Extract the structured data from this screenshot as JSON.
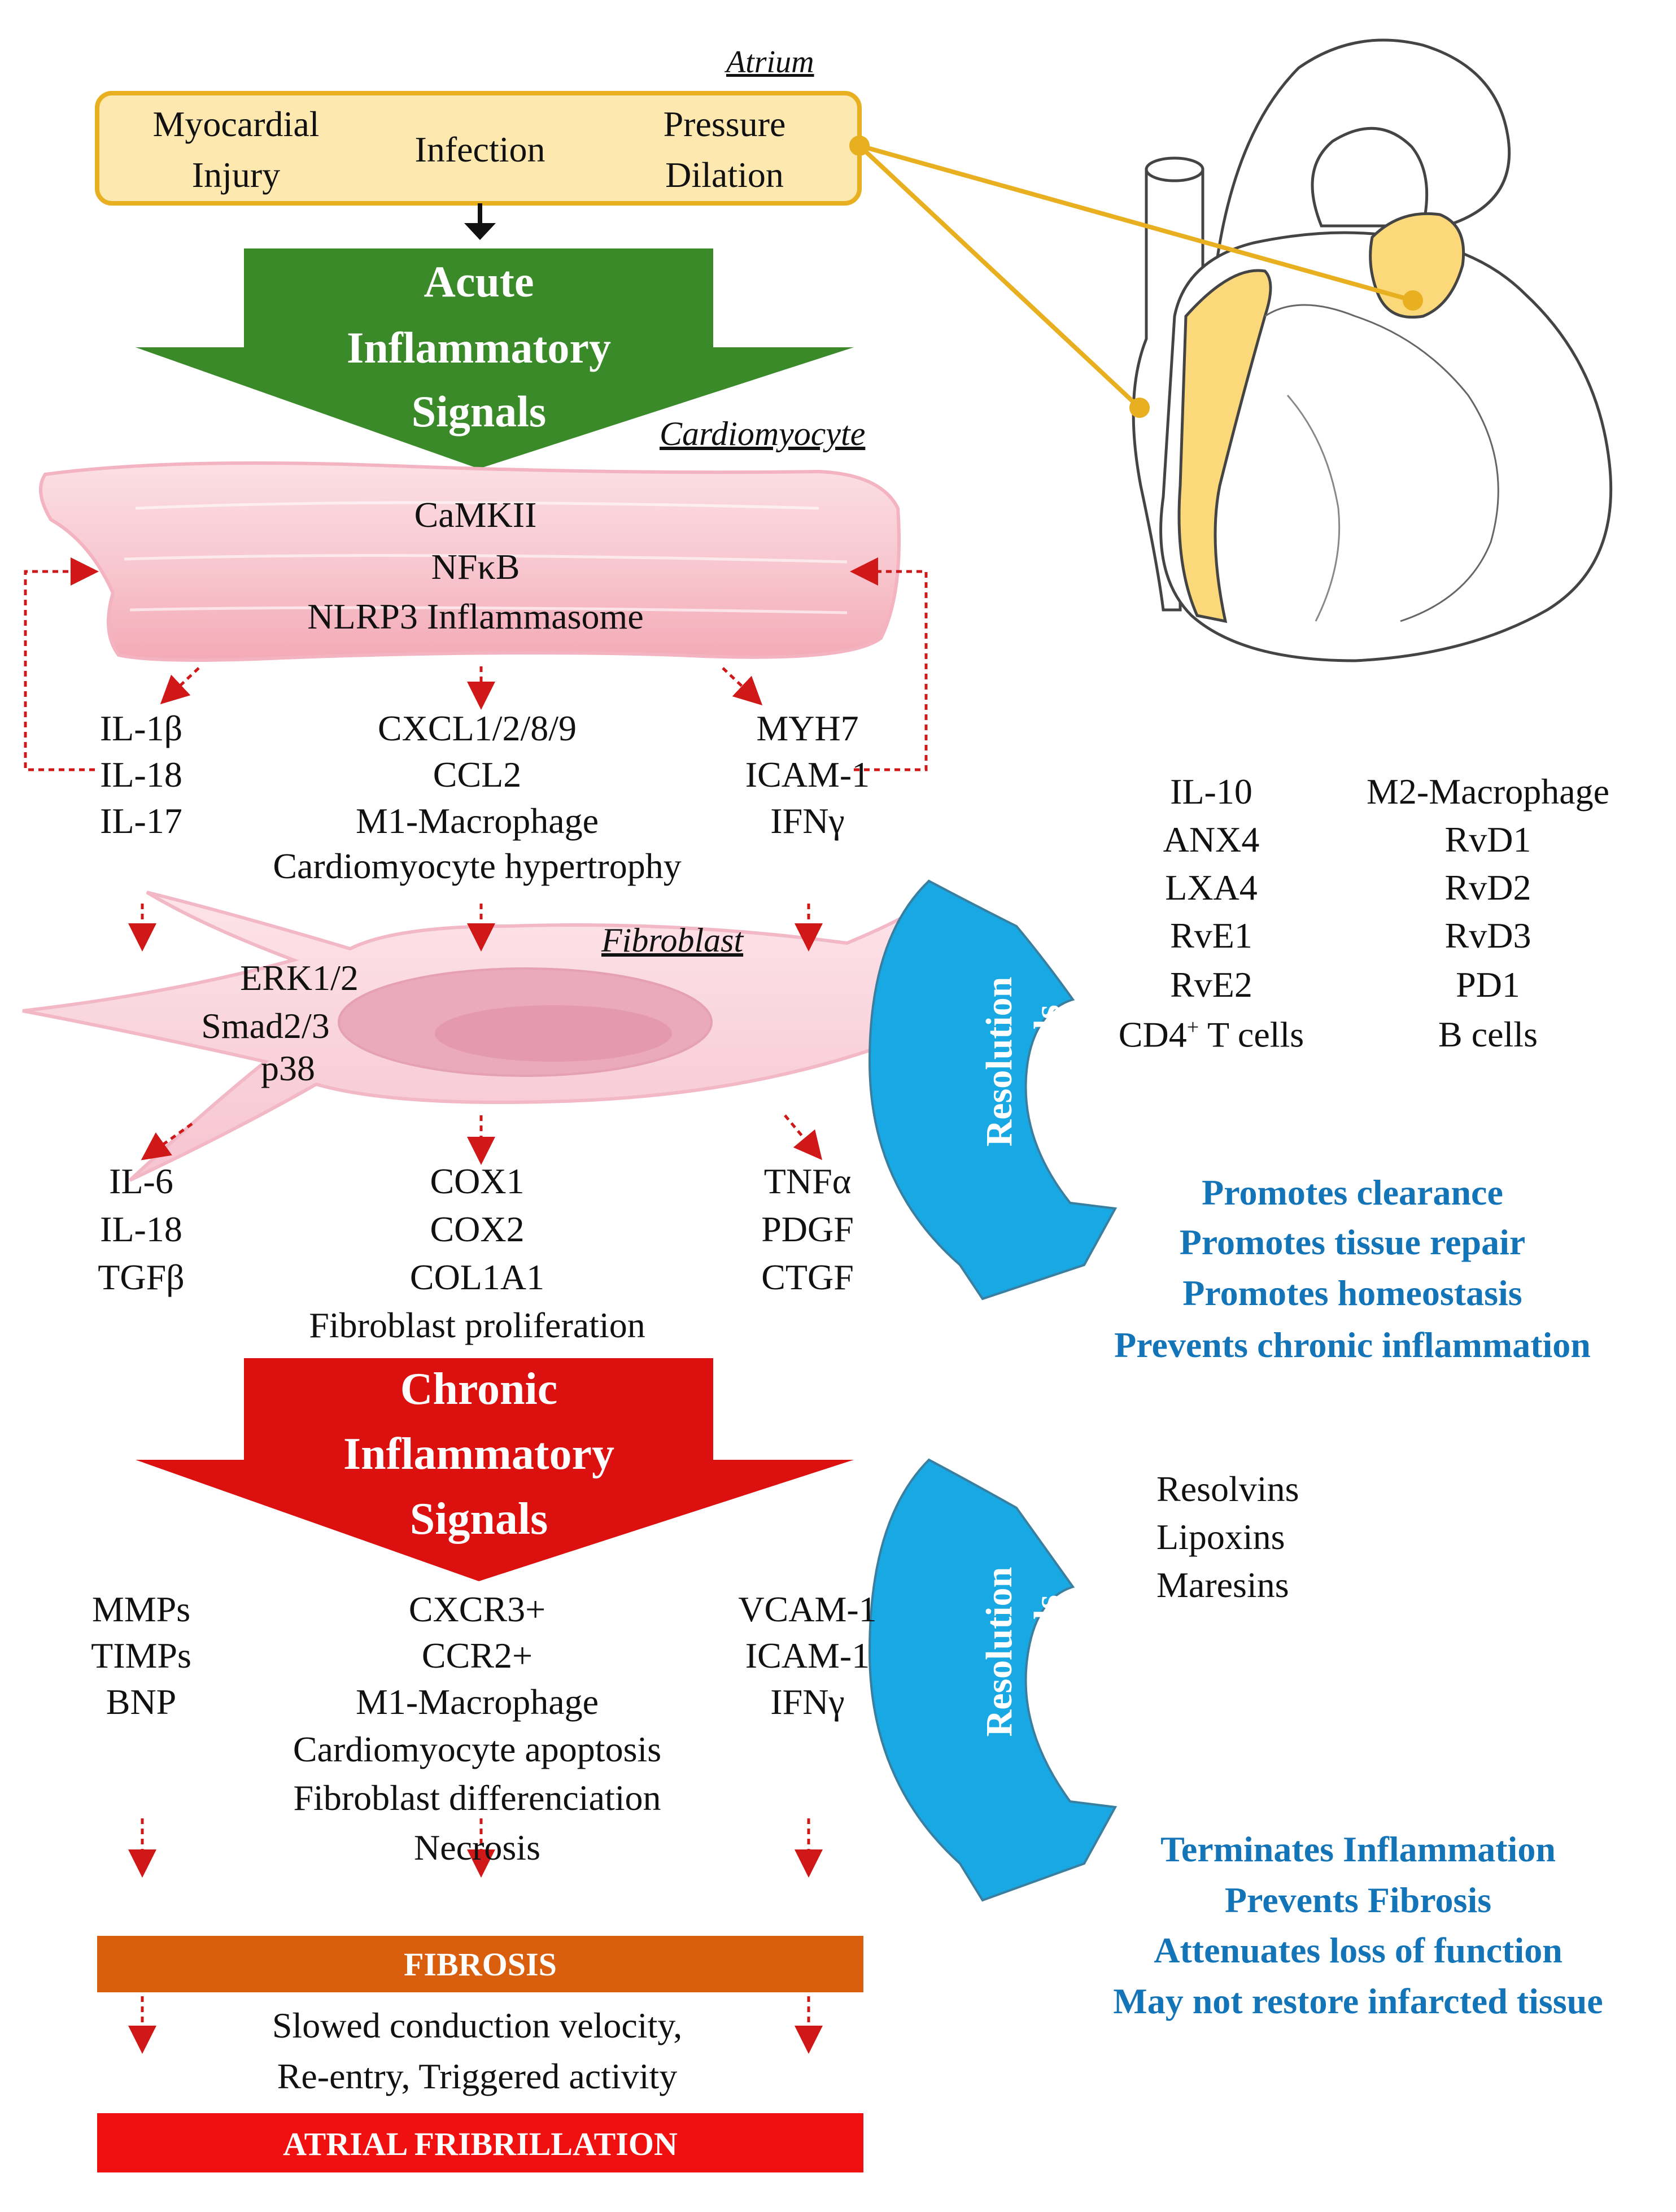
{
  "atrium": {
    "label": "Atrium",
    "triggers": [
      "Myocardial",
      "Injury",
      "Infection",
      "Pressure",
      "Dilation"
    ]
  },
  "acute": {
    "line1": "Acute",
    "line2": "Inflammatory",
    "line3": "Signals"
  },
  "cardiomyocyte": {
    "label": "Cardiomyocyte",
    "signals": [
      "CaMKII",
      "NFκB",
      "NLRP3 Inflammasome"
    ],
    "left": [
      "IL-1β",
      "IL-18",
      "IL-17"
    ],
    "center": [
      "CXCL1/2/8/9",
      "CCL2",
      "M1-Macrophage",
      "Cardiomyocyte hypertrophy"
    ],
    "right": [
      "MYH7",
      "ICAM-1",
      "IFNγ"
    ]
  },
  "fibroblast": {
    "label": "Fibroblast",
    "signals": [
      "ERK1/2",
      "Smad2/3",
      "p38"
    ],
    "left": [
      "IL-6",
      "IL-18",
      "TGFβ"
    ],
    "center": [
      "COX1",
      "COX2",
      "COL1A1",
      "Fibroblast proliferation"
    ],
    "right": [
      "TNFα",
      "PDGF",
      "CTGF"
    ]
  },
  "chronic": {
    "line1": "Chronic",
    "line2": "Inflammatory",
    "line3": "Signals",
    "left": [
      "MMPs",
      "TIMPs",
      "BNP"
    ],
    "center": [
      "CXCR3+",
      "CCR2+",
      "M1-Macrophage",
      "Cardiomyocyte apoptosis",
      "Fibroblast differenciation",
      "Necrosis"
    ],
    "right": [
      "VCAM-1",
      "ICAM-1",
      "IFNγ"
    ]
  },
  "fibrosis": {
    "label": "FIBROSIS",
    "effects_line1": "Slowed conduction velocity,",
    "effects_line2": "Re-entry, Triggered activity"
  },
  "af": {
    "label": "ATRIAL FRIBRILLATION"
  },
  "resolution1": {
    "arrow_line1": "Resolution",
    "arrow_line2": "Signals",
    "col1": [
      "IL-10",
      "ANX4",
      "LXA4",
      "RvE1",
      "RvE2",
      "CD4"
    ],
    "cd4_sup": "+",
    "cd4_suffix": " T cells",
    "col2": [
      "M2-Macrophage",
      "RvD1",
      "RvD2",
      "RvD3",
      "PD1",
      "B cells"
    ],
    "effects": [
      "Promotes clearance",
      "Promotes tissue repair",
      "Promotes homeostasis",
      "Prevents chronic inflammation"
    ]
  },
  "resolution2": {
    "arrow_line1": "Resolution",
    "arrow_line2": "Signals",
    "mediators": [
      "Resolvins",
      "Lipoxins",
      "Maresins"
    ],
    "effects": [
      "Terminates Inflammation",
      "Prevents Fibrosis",
      "Attenuates loss of function",
      "May not restore infarcted tissue"
    ]
  },
  "colors": {
    "acute_green": "#3a8a2a",
    "chronic_red": "#dd1010",
    "fibrosis_orange": "#d95f0e",
    "af_red": "#f01010",
    "resolution_blue": "#18a8e4",
    "effect_text_blue": "#1474b8",
    "atrium_fill": "#fde8b0",
    "atrium_border": "#e8b020"
  }
}
